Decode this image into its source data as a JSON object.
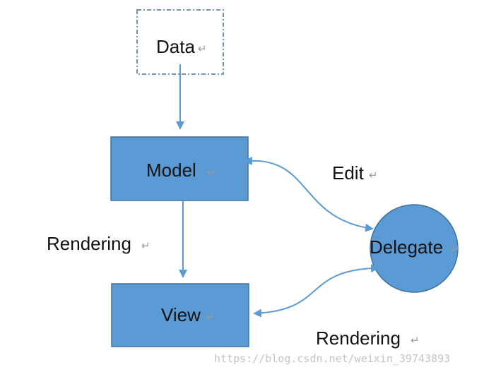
{
  "colors": {
    "box_fill": "#5b9bd5",
    "box_stroke": "#41719c",
    "arrow": "#5b9bd5",
    "data_box_border": "#41719c",
    "text": "#111111",
    "para_mark": "#9a9a9a",
    "watermark": "#c4c4c4"
  },
  "para_mark_glyph": "↵",
  "nodes": {
    "data": {
      "label": "Data",
      "shape": "dashed-rectangle"
    },
    "model": {
      "label": "Model",
      "shape": "rectangle"
    },
    "view": {
      "label": "View",
      "shape": "rectangle"
    },
    "delegate": {
      "label": "Delegate",
      "shape": "circle"
    }
  },
  "edges": {
    "data_to_model": {
      "from": "Data",
      "to": "Model",
      "label": ""
    },
    "model_to_view": {
      "from": "Model",
      "to": "View",
      "label": "Rendering"
    },
    "model_delegate": {
      "between": [
        "Model",
        "Delegate"
      ],
      "label": "Edit",
      "bidirectional": true
    },
    "view_delegate": {
      "between": [
        "View",
        "Delegate"
      ],
      "label": "Rendering",
      "bidirectional": true
    }
  },
  "watermark": "https://blog.csdn.net/weixin_39743893"
}
